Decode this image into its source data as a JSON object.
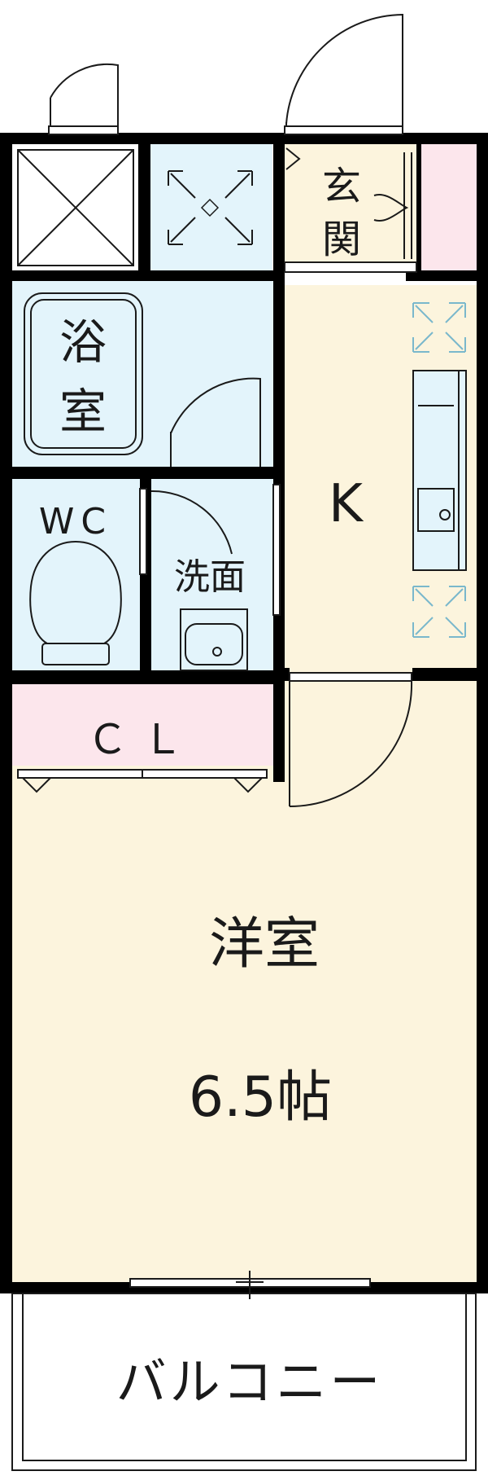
{
  "rooms": {
    "entrance": {
      "label_line1": "玄",
      "label_line2": "関",
      "color": "#FCF4DD"
    },
    "kitchen": {
      "label": "K",
      "color": "#FCF4DD"
    },
    "bath": {
      "label_line1": "浴",
      "label_line2": "室",
      "color": "#E3F4FB"
    },
    "toilet": {
      "label": "WC",
      "color": "#E3F4FB"
    },
    "washroom": {
      "label": "洗面",
      "color": "#E3F4FB"
    },
    "closet": {
      "label": "ＣＬ",
      "color": "#FCE6EC"
    },
    "western_room": {
      "label": "洋室",
      "size": "6.5帖",
      "color": "#FCF4DD"
    },
    "balcony": {
      "label": "バルコニー",
      "color": "#FFFFFF"
    }
  },
  "colors": {
    "wall": "#000000",
    "wet_area": "#E3F4FB",
    "dry_area": "#FCF4DD",
    "storage": "#FCE6EC"
  }
}
